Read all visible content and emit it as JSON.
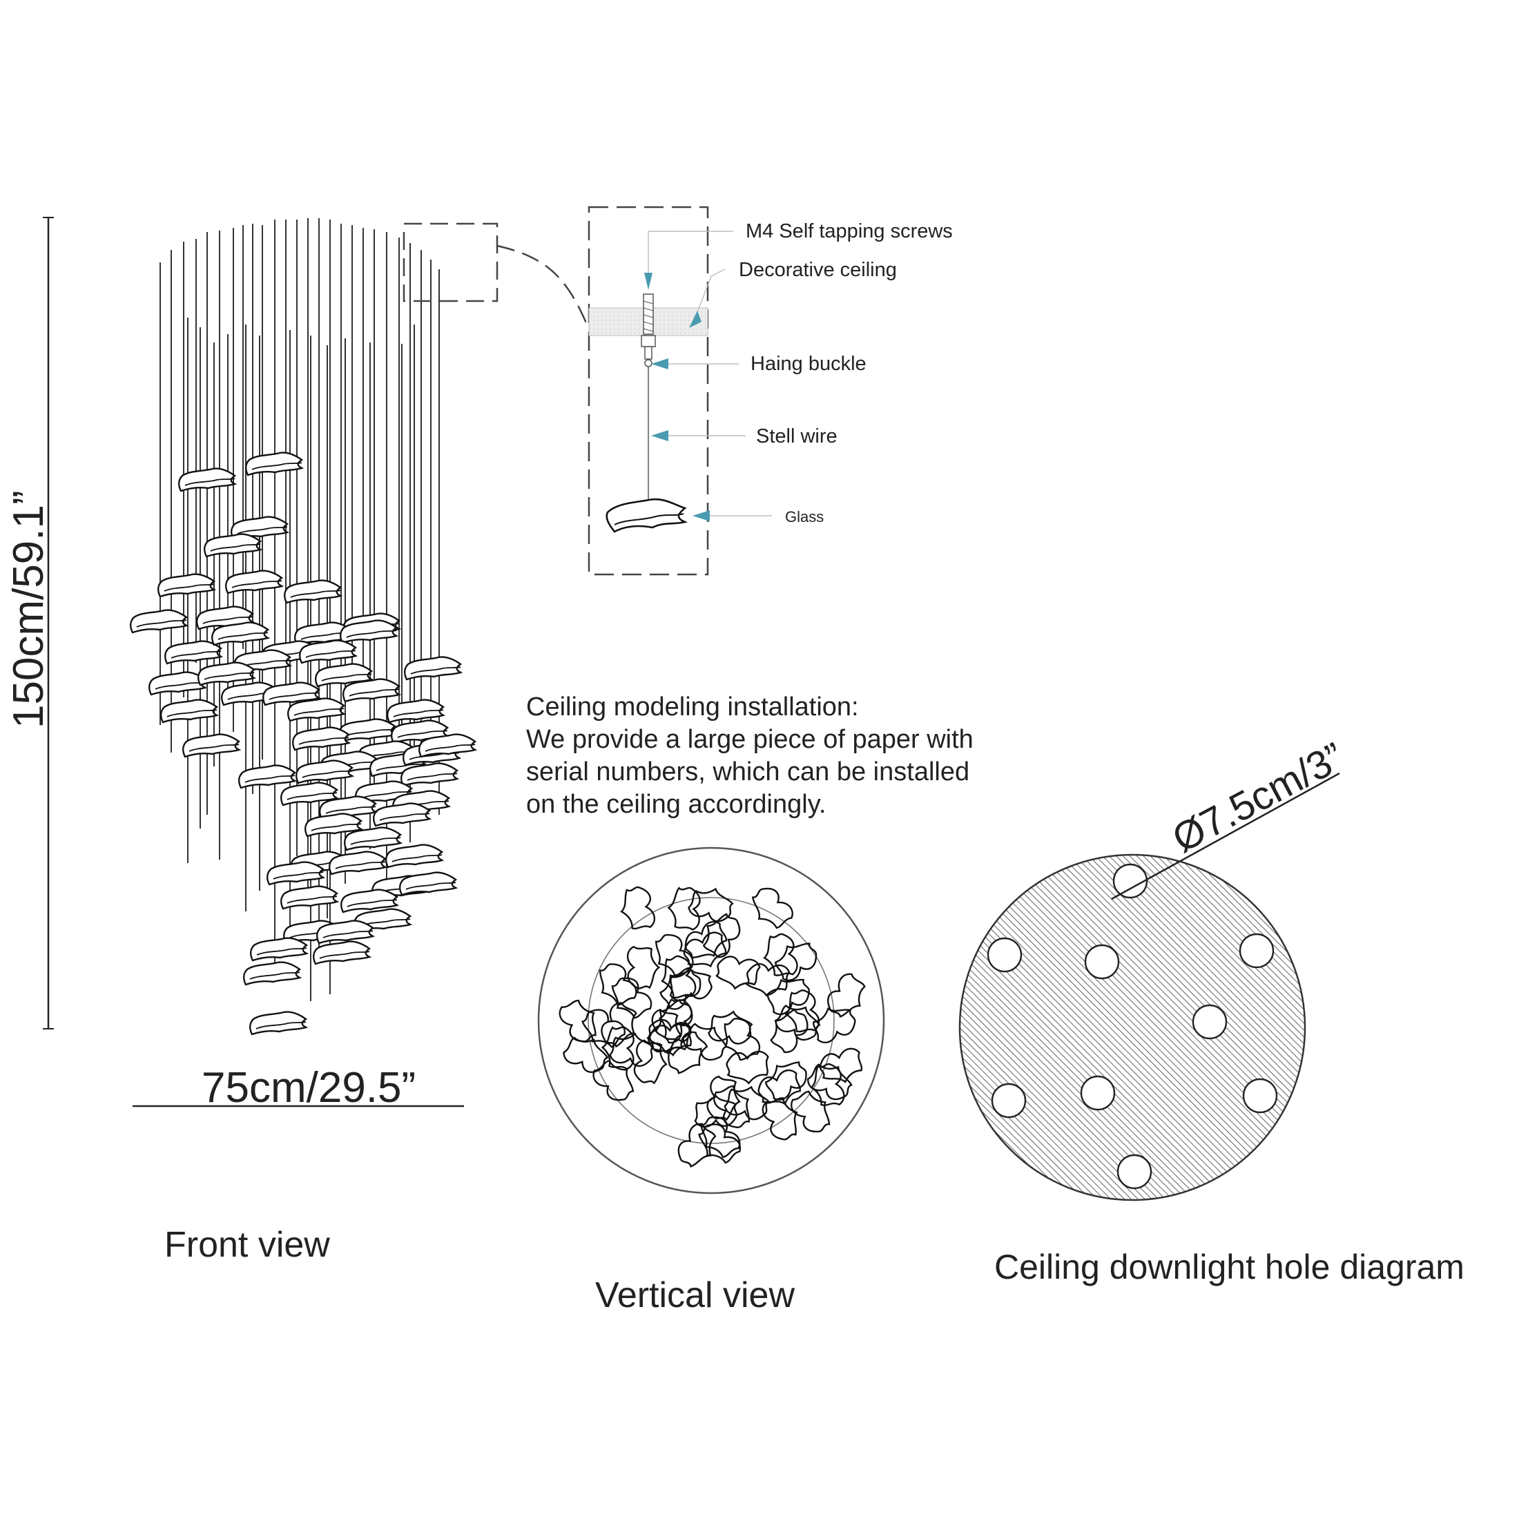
{
  "dimensions": {
    "height_label": "150cm/59.1”",
    "width_label": "75cm/29.5”",
    "hole_diameter_label": "Ø7.5cm/3”"
  },
  "detail_callouts": {
    "screws": "M4 Self tapping screws",
    "ceiling": "Decorative ceiling",
    "buckle": "Haing buckle",
    "wire": "Stell wire",
    "glass": "Glass"
  },
  "installation_note": {
    "line1": "Ceiling modeling installation:",
    "line2": "We provide a large piece of paper with",
    "line3": "serial numbers, which can be installed",
    "line4": "on the ceiling accordingly."
  },
  "view_titles": {
    "front": "Front view",
    "vertical": "Vertical view",
    "hole_diagram": "Ceiling downlight hole diagram"
  },
  "colors": {
    "line": "#222222",
    "callout_arrow": "#4a9bb0",
    "leader": "#bbbbbb",
    "hatch": "#444444"
  }
}
